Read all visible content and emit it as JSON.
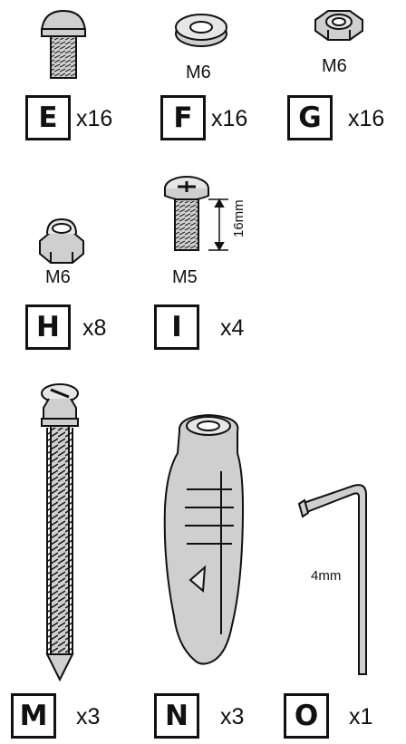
{
  "parts": [
    {
      "letter": "E",
      "qty": "x16",
      "size": "",
      "icon": "bolt-icon"
    },
    {
      "letter": "F",
      "qty": "x16",
      "size": "M6",
      "icon": "washer-icon"
    },
    {
      "letter": "G",
      "qty": "x16",
      "size": "M6",
      "icon": "nut-icon"
    },
    {
      "letter": "H",
      "qty": "x8",
      "size": "M6",
      "icon": "lock-nut-icon"
    },
    {
      "letter": "I",
      "qty": "x4",
      "size": "M5",
      "icon": "phillips-screw-icon",
      "length": "16mm"
    },
    {
      "letter": "M",
      "qty": "x3",
      "size": "",
      "icon": "lag-screw-icon"
    },
    {
      "letter": "N",
      "qty": "x3",
      "size": "",
      "icon": "wall-anchor-icon"
    },
    {
      "letter": "O",
      "qty": "x1",
      "size": "",
      "icon": "hex-key-icon",
      "length": "4mm"
    }
  ],
  "colors": {
    "line": "#111111",
    "fill": "#cfcfcf",
    "background": "#ffffff"
  }
}
